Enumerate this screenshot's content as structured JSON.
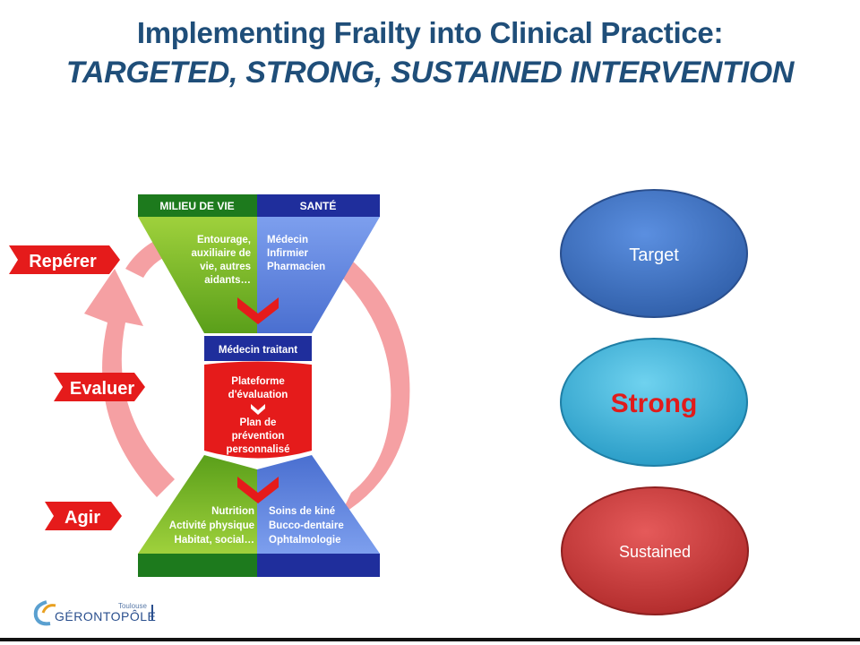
{
  "title": {
    "line1": "Implementing Frailty into Clinical Practice:",
    "line2": "TARGETED, STRONG,  SUSTAINED INTERVENTION"
  },
  "diagram": {
    "header_left": "MILIEU DE VIE",
    "header_right": "SANTÉ",
    "top_left_lines": [
      "Entourage,",
      "auxiliaire de",
      "vie, autres",
      "aidants…"
    ],
    "top_right_lines": [
      "Médecin",
      "Infirmier",
      "Pharmacien"
    ],
    "center_top": "Médecin traitant",
    "center_lines_1": [
      "Plateforme",
      "d'évaluation"
    ],
    "center_lines_2": [
      "Plan de",
      "prévention",
      "personnalisé"
    ],
    "bottom_left_lines": [
      "Nutrition",
      "Activité physique",
      "Habitat, social…"
    ],
    "bottom_right_lines": [
      "Soins de kiné",
      "Bucco-dentaire",
      "Ophtalmologie"
    ],
    "tags": [
      "Repérer",
      "Evaluer",
      "Agir"
    ]
  },
  "ovals": [
    {
      "label": "Target",
      "color": "#3a6fc0",
      "text_color": "#ffffff"
    },
    {
      "label": "Strong",
      "color": "#3fb3d9",
      "text_color": "#e01b1b"
    },
    {
      "label": "Sustained",
      "color": "#cc3c3c",
      "text_color": "#ffffff"
    }
  ],
  "logo": {
    "small": "Toulouse",
    "main": "GÉRONTOPÔLE"
  },
  "colors": {
    "title": "#1f4e79",
    "green": "#7dbb2a",
    "dark_green": "#1d7a1d",
    "blue": "#5d86dc",
    "dark_blue": "#1f2e9c",
    "red": "#e51b1b",
    "arrow_pink": "#f5a0a3"
  }
}
